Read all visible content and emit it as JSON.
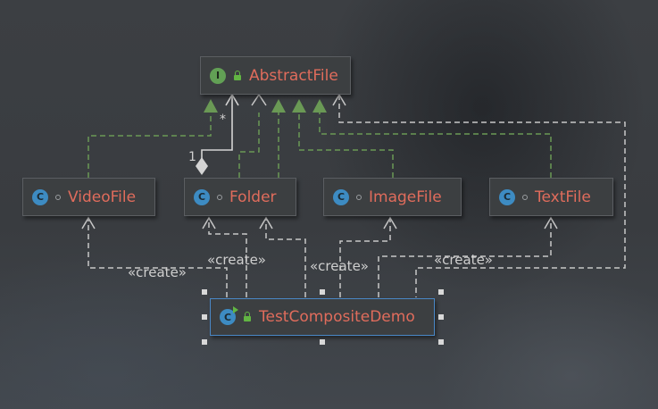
{
  "colors": {
    "class_name": "#e06c5c",
    "class_badge": "#3d8bc2",
    "interface_badge": "#62a055",
    "realization_arrow": "#6a9955",
    "dependency_line": "#c8c8c8",
    "selection": "#4a88c7"
  },
  "nodes": {
    "abstract_file": {
      "name": "AbstractFile",
      "kind": "interface",
      "badge": "I",
      "icon": "interface-icon"
    },
    "video_file": {
      "name": "VideoFile",
      "kind": "class",
      "badge": "C",
      "icon": "class-icon"
    },
    "folder": {
      "name": "Folder",
      "kind": "class",
      "badge": "C",
      "icon": "class-icon"
    },
    "image_file": {
      "name": "ImageFile",
      "kind": "class",
      "badge": "C",
      "icon": "class-icon"
    },
    "text_file": {
      "name": "TextFile",
      "kind": "class",
      "badge": "C",
      "icon": "class-icon"
    },
    "test_demo": {
      "name": "TestCompositeDemo",
      "kind": "class",
      "badge": "C",
      "icon": "runnable-class-icon"
    }
  },
  "multiplicity": {
    "one": "1",
    "many": "*"
  },
  "stereotypes": {
    "video": "«create»",
    "folder": "«create»",
    "image": "«create»",
    "text": "«create»"
  }
}
